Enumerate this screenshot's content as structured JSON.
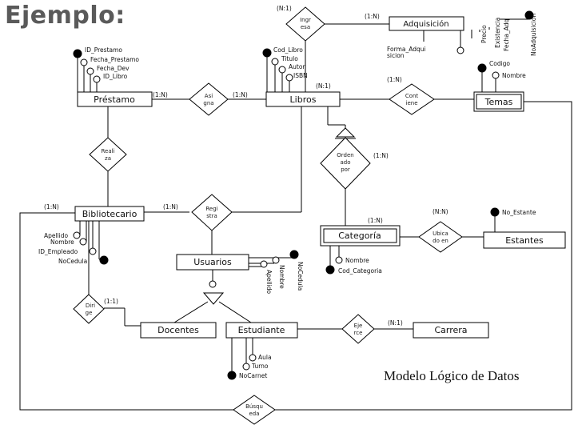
{
  "title": "Ejemplo:",
  "caption": "Modelo Lógico de Datos",
  "entities": {
    "adquisicion": "Adquisición",
    "prestamo": "Préstamo",
    "libros": "Libros",
    "temas": "Temas",
    "bibliotecario": "Bibliotecario",
    "categoria": "Categoría",
    "estantes": "Estantes",
    "usuarios": "Usuarios",
    "docentes": "Docentes",
    "estudiante": "Estudiante",
    "carrera": "Carrera"
  },
  "relationships": {
    "ingresa": [
      "Ingr",
      "esa"
    ],
    "asigna": [
      "Asi",
      "gna"
    ],
    "contiene": [
      "Cont",
      "iene"
    ],
    "realiza": [
      "Reali",
      "za"
    ],
    "ordenado": [
      "Orden",
      "ado",
      "por"
    ],
    "registra": [
      "Regi",
      "stra"
    ],
    "ubica": [
      "Ubica",
      "do en"
    ],
    "dirige": [
      "Diri",
      "ge"
    ],
    "ejerce": [
      "Eje",
      "rce"
    ],
    "busqueda": [
      "Búsqu",
      "eda"
    ]
  },
  "cardinalities": {
    "ingresa_top": "(N:1)",
    "adq_right": "(1:N)",
    "prestamo_asigna": "(1:N)",
    "asigna_libros": "(1:N)",
    "libros_contiene": "(N:1)",
    "contiene_temas": "(1:N)",
    "ordenado": "(1:N)",
    "categoria": "(1:N)",
    "bibliotecario": "(1:N)",
    "registra": "(1:N)",
    "ubicado": "(N:N)",
    "dirige": "(1:1)",
    "ejerce": "(N:1)"
  },
  "attributes": {
    "prestamo": [
      "ID_Prestamo",
      "Fecha_Prestamo",
      "Fecha_Dev",
      "ID_Libro"
    ],
    "libros": [
      "Cod_Libro",
      "Titulo",
      "Autor",
      "ISBN"
    ],
    "adquisicion_rot": [
      "NoAdquisicion",
      "Fecha_Adq",
      "Existencia",
      "Precio"
    ],
    "adquisicion_forma": [
      "Forma_Adqui",
      "sicion"
    ],
    "temas": [
      "Codigo",
      "Nombre"
    ],
    "bibliotecario": [
      "Apellido",
      "Nombre",
      "ID_Empleado",
      "NoCedula"
    ],
    "usuarios_rot": [
      "NoCedula",
      "Nombre",
      "Apellido"
    ],
    "categoria": [
      "Nombre",
      "Cod_Categoria"
    ],
    "estantes": [
      "No_Estante"
    ],
    "estudiante": [
      "Aula",
      "Turno",
      "NoCarnet"
    ]
  }
}
